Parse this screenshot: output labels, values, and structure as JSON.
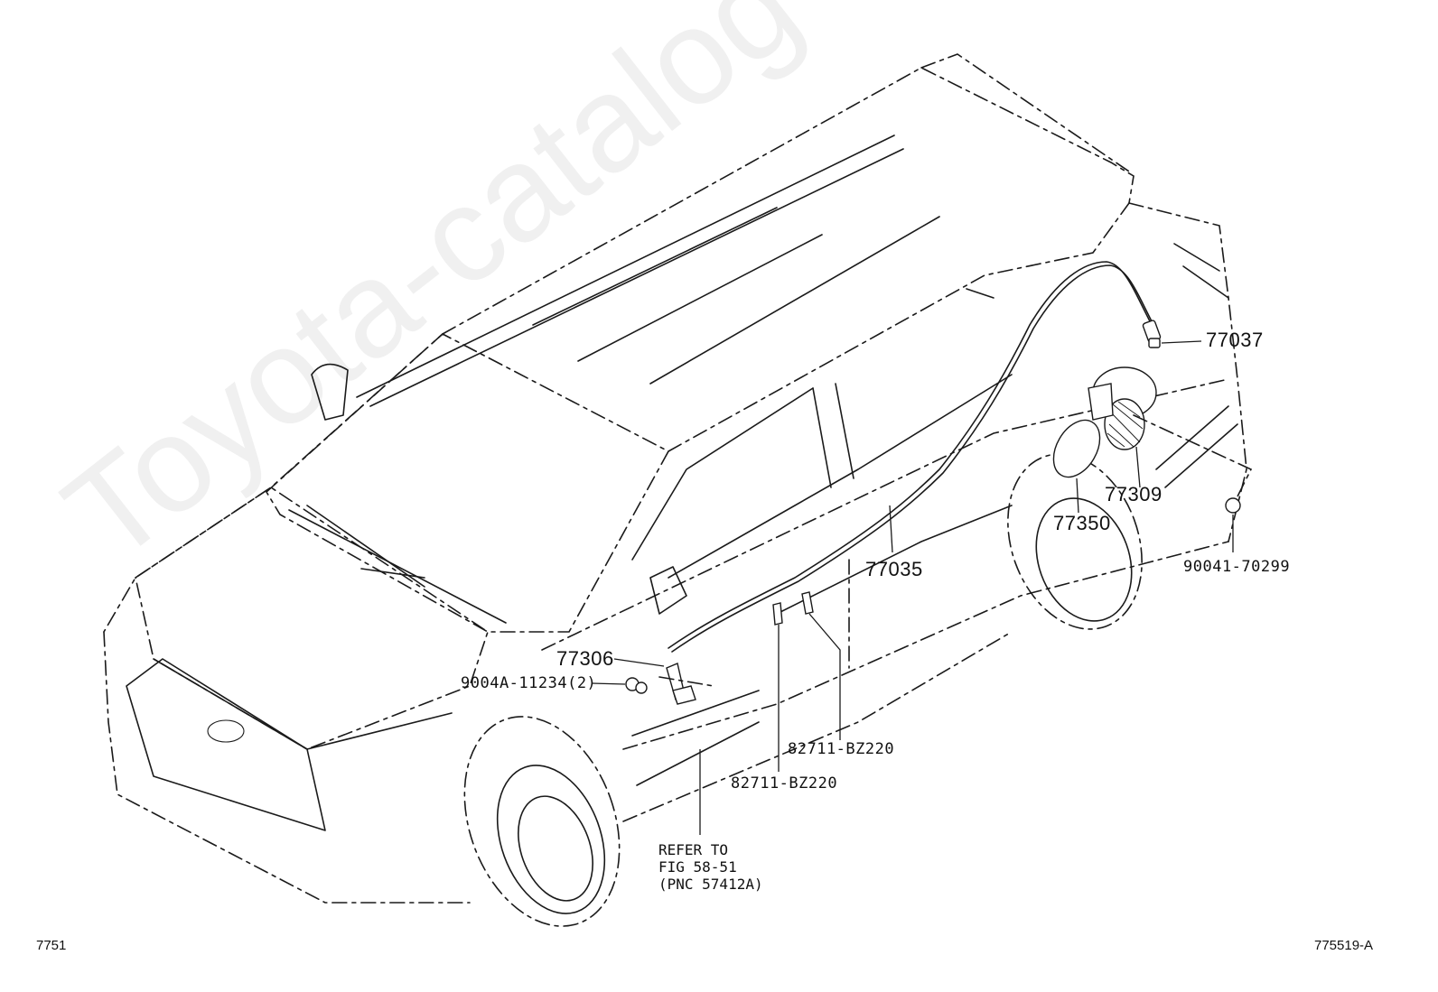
{
  "watermark": "Toyota-catalog",
  "figure_code": "7751",
  "illustration_id": "775519-A",
  "parts": {
    "p77037": "77037",
    "p77309": "77309",
    "p77350": "77350",
    "p90041": "90041-70299",
    "p77035": "77035",
    "p77306": "77306",
    "p9004a": "9004A-11234(2)",
    "p82711_upper": "82711-BZ220",
    "p82711_lower": "82711-BZ220"
  },
  "refer_note": "REFER TO\nFIG 58-51\n(PNC 57412A)"
}
